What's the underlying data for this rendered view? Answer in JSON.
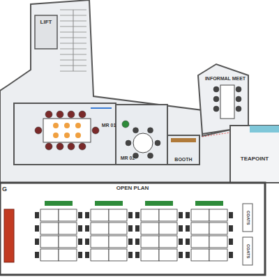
{
  "diagram": {
    "nodes": [
      {
        "text": [
          "LIFT"
        ]
      },
      {
        "text": [
          "MR 01"
        ]
      },
      {
        "text": [
          "MR 02"
        ]
      },
      {
        "text": [
          "BOOTH"
        ]
      },
      {
        "text": [
          "INFORMAL MEET"
        ]
      },
      {
        "text": [
          "TEAPOINT"
        ]
      },
      {
        "text": [
          "OPEN PLAN"
        ]
      },
      {
        "text": [
          "COATS"
        ],
        "in": 6
      },
      {
        "text": [
          "COATS"
        ],
        "in": 6
      }
    ],
    "labels": [
      "G"
    ]
  }
}
